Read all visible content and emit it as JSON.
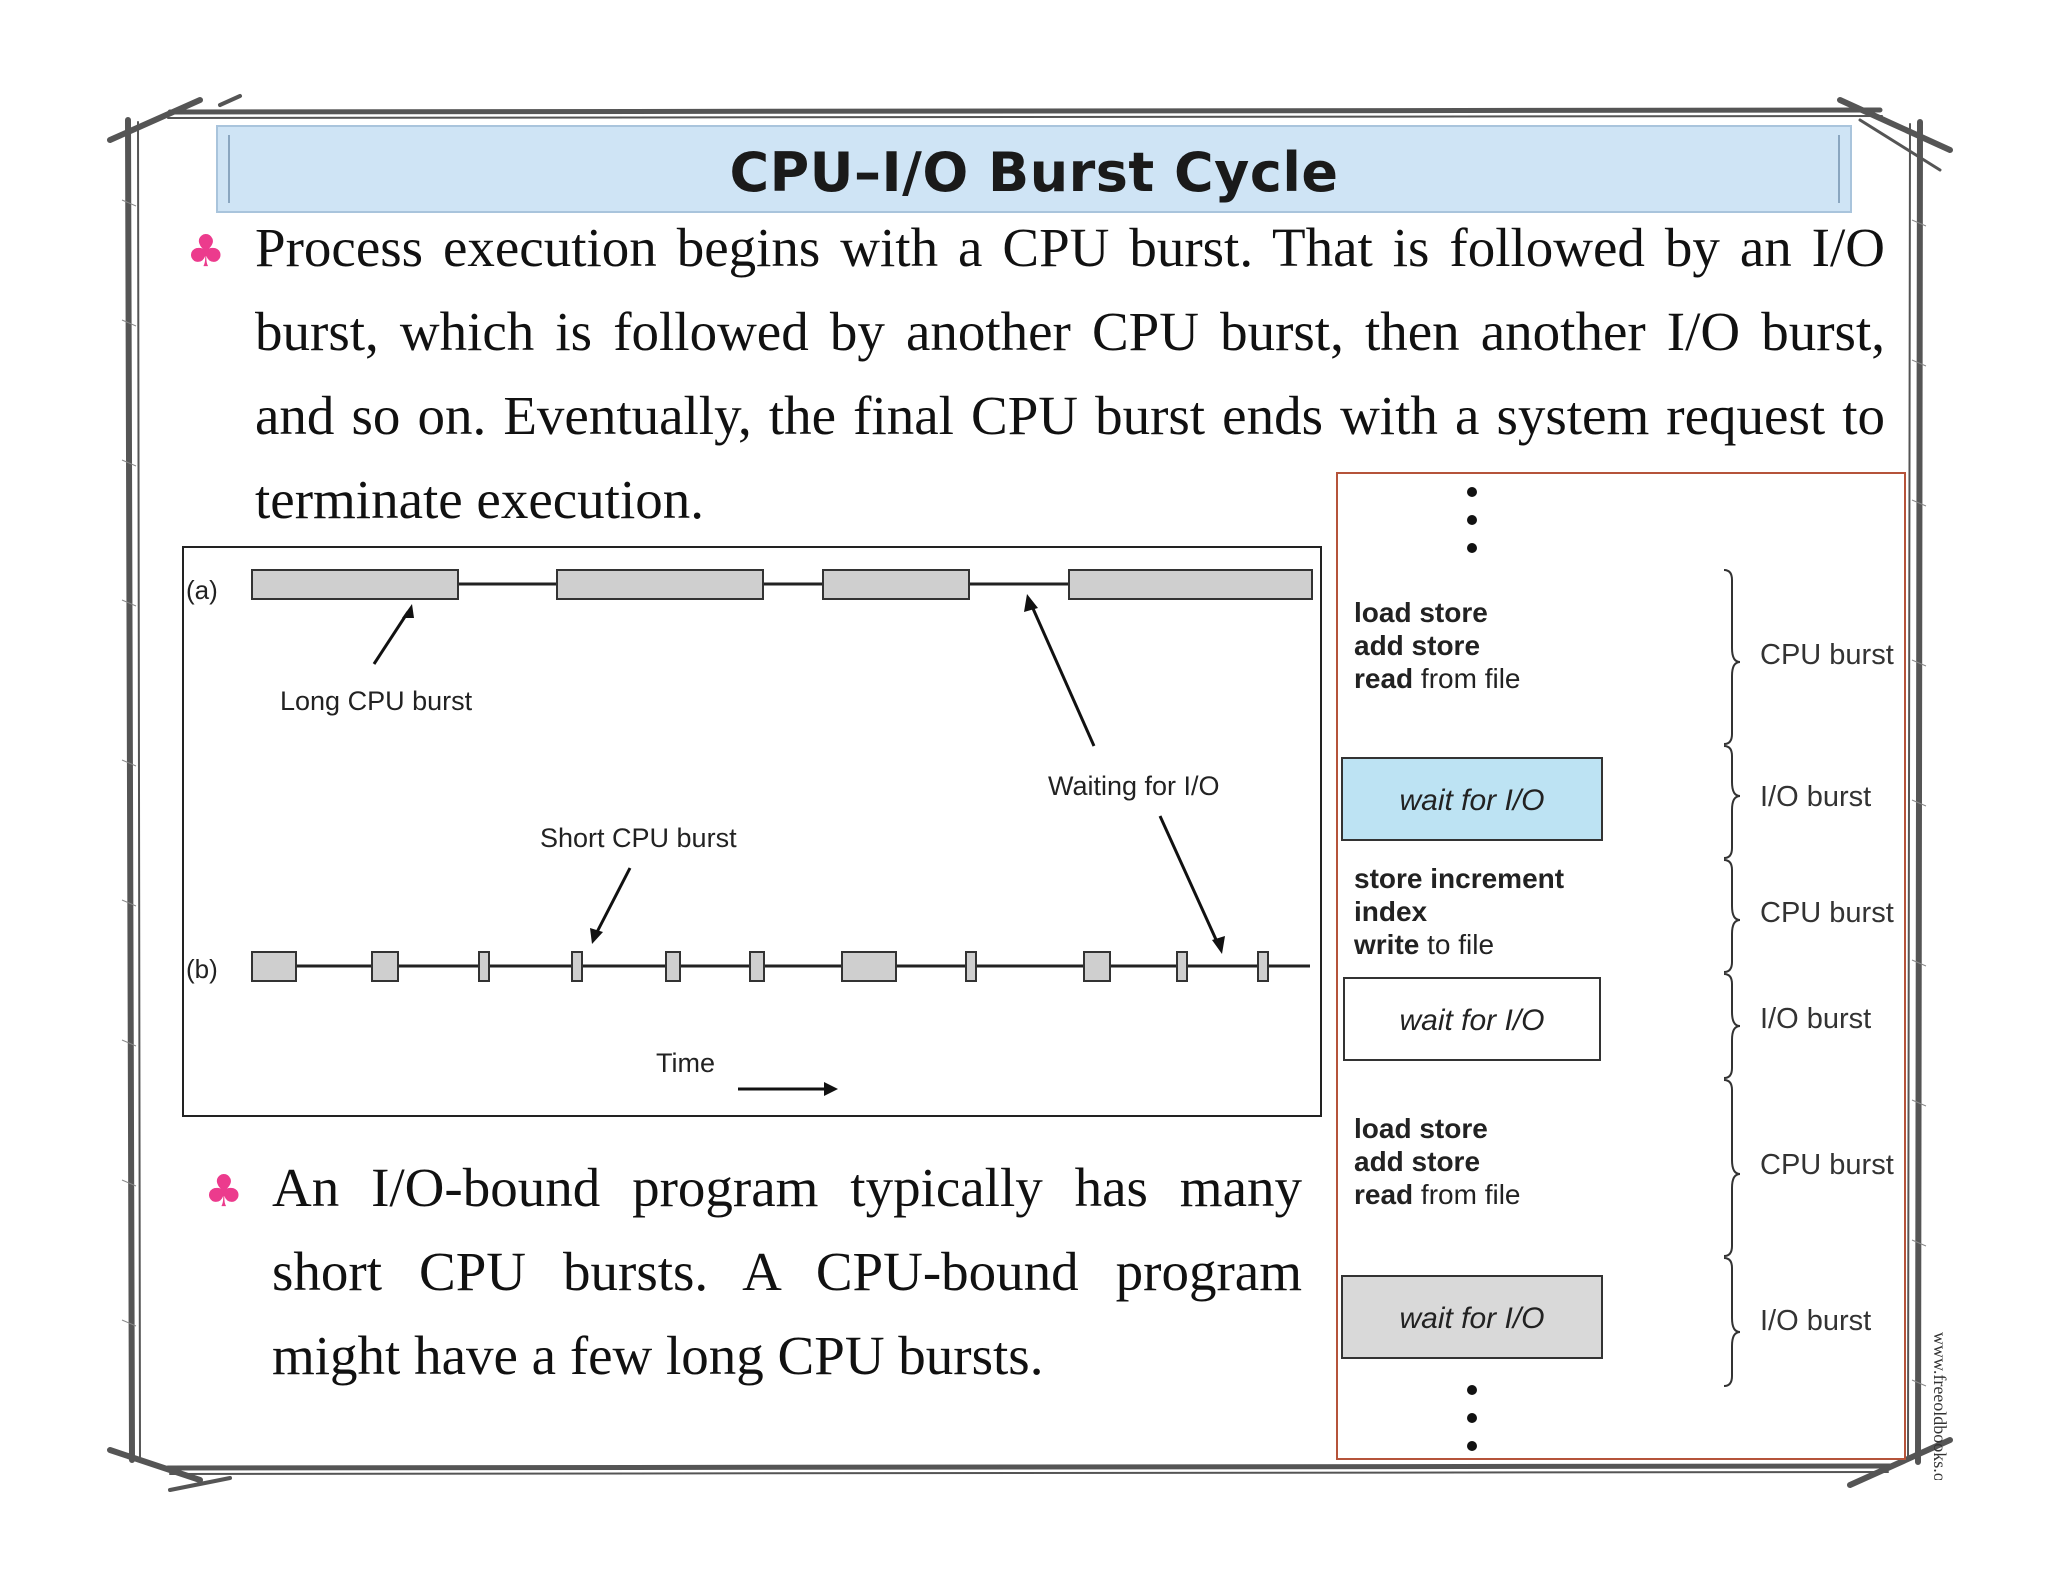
{
  "title": "CPU–I/O Burst Cycle",
  "bullet_glyph": "♣",
  "paragraph_1": "Process execution begins with a CPU burst. That is followed by an I/O burst, which is followed by another CPU burst, then another I/O burst, and so on. Eventually, the final CPU burst ends with a system request to terminate execution.",
  "paragraph_2": "An I/O-bound program typically has many short CPU bursts. A CPU-bound program might have a few long CPU bursts.",
  "figure_timeline": {
    "row_a_label": "(a)",
    "row_b_label": "(b)",
    "long_burst_label": "Long CPU burst",
    "waiting_label": "Waiting for I/O",
    "short_burst_label": "Short CPU burst",
    "time_label": "Time"
  },
  "figure_sequence": {
    "ellipsis_top": "•••",
    "ellipsis_bottom": "•••",
    "blocks": [
      {
        "type": "cpu",
        "lines": [
          {
            "bold": "load store",
            "rest": ""
          },
          {
            "bold": "add store",
            "rest": ""
          },
          {
            "bold": "read",
            "rest": " from file"
          }
        ],
        "bracket_label": "CPU burst"
      },
      {
        "type": "io",
        "text": "wait for I/O",
        "fill": "#bde3f3",
        "bracket_label": "I/O burst"
      },
      {
        "type": "cpu",
        "lines": [
          {
            "bold": "store increment",
            "rest": ""
          },
          {
            "bold": "index",
            "rest": ""
          },
          {
            "bold": "write",
            "rest": " to file"
          }
        ],
        "bracket_label": "CPU burst"
      },
      {
        "type": "io",
        "text": "wait for I/O",
        "fill": "#ffffff",
        "bracket_label": "I/O burst"
      },
      {
        "type": "cpu",
        "lines": [
          {
            "bold": "load store",
            "rest": ""
          },
          {
            "bold": "add store",
            "rest": ""
          },
          {
            "bold": "read",
            "rest": " from file"
          }
        ],
        "bracket_label": "CPU burst"
      },
      {
        "type": "io",
        "text": "wait for I/O",
        "fill": "#d9d9d9",
        "bracket_label": "I/O burst"
      }
    ]
  },
  "watermark": "www.freeoldbooks.org",
  "colors": {
    "title_bg": "#cfe4f5",
    "bullet": "#ec3b8d",
    "burst_fill": "#cfcfcf",
    "figure_border": "#b5533a"
  }
}
